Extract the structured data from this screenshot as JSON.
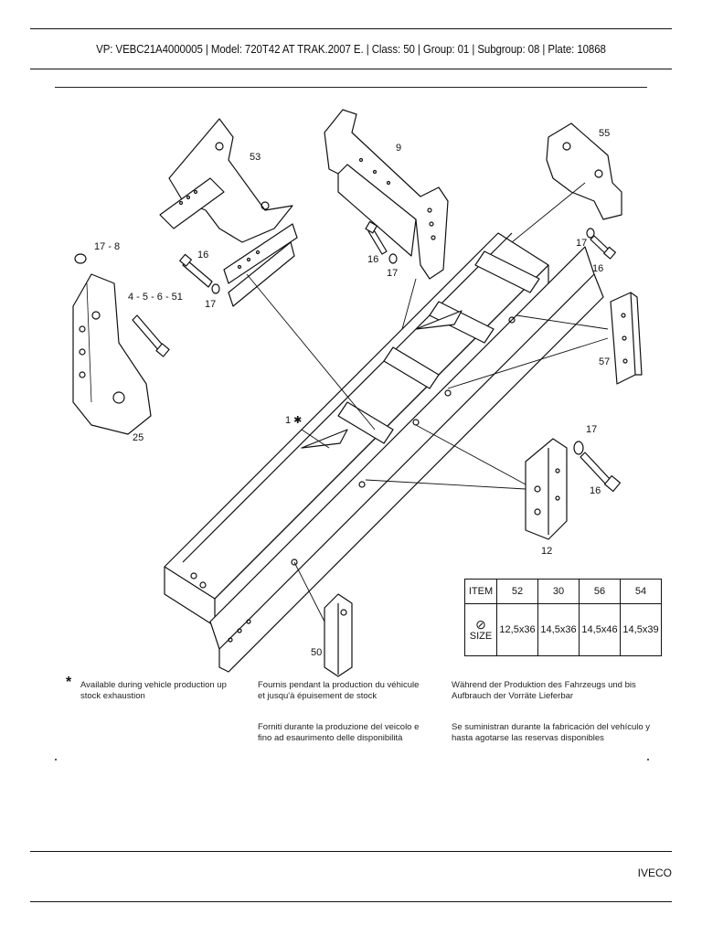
{
  "header": {
    "info": "VP: VEBC21A4000005 | Model: 720T42 AT TRAK.2007 E. | Class: 50 | Group: 01 | Subgroup: 08 | Plate: 10868"
  },
  "callouts": {
    "c53": "53",
    "c9": "9",
    "c55": "55",
    "c17_8": "17 - 8",
    "c16a": "16",
    "c17a": "17",
    "c4_5_6_51": "4 - 5 - 6 - 51",
    "c16b": "16",
    "c17b": "17",
    "c17c": "17",
    "c16c": "16",
    "c57": "57",
    "c25": "25",
    "c1": "1 ✱",
    "c17d": "17",
    "c16d": "16",
    "c12": "12",
    "c50": "50"
  },
  "size_table": {
    "item_label": "ITEM",
    "size_label": "SIZE",
    "items": [
      "52",
      "30",
      "56",
      "54"
    ],
    "sizes": [
      "12,5x36",
      "14,5x36",
      "14,5x46",
      "14,5x39"
    ]
  },
  "notes": {
    "star": "*",
    "en": "Available during vehicle production up stock exhaustion",
    "fr": "Fournis pendant la production du véhicule et jusqu'à épuisement de stock",
    "it": "Forniti durante la produzione del veicolo e fino ad esaurimento delle disponibilità",
    "de": "Während der Produktion des Fahrzeugs und bis Aufbrauch der Vorräte Lieferbar",
    "es": "Se suministran durante la fabricación del vehículo y hasta agotarse las reservas disponibles"
  },
  "footer": {
    "brand": "IVECO"
  }
}
